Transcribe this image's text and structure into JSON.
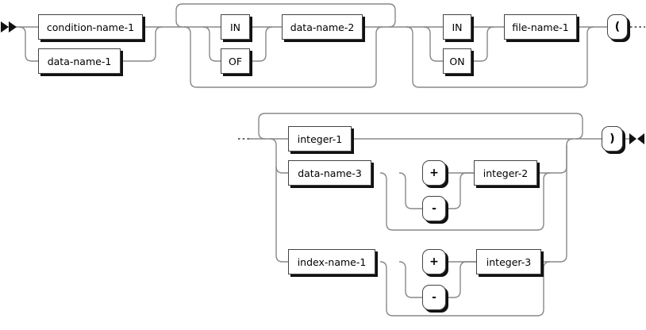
{
  "colors": {
    "line": "#888888",
    "dots": "#666666",
    "arrow": "#111111",
    "box_border": "#444444",
    "box_shadow": "#111111",
    "text": "#000000",
    "background": "#ffffff"
  },
  "diagram": {
    "kind": "railroad-syntax-diagram",
    "start_marker": "▶▶",
    "end_marker": "▶◀",
    "continuation_marker": "···",
    "boxes": {
      "condition_name_1": "condition-name-1",
      "data_name_1": "data-name-1",
      "in_1": "IN",
      "of_1": "OF",
      "data_name_2": "data-name-2",
      "in_2": "IN",
      "on_1": "ON",
      "file_name_1": "file-name-1",
      "open_paren": "(",
      "integer_1": "integer-1",
      "data_name_3": "data-name-3",
      "plus_1": "+",
      "minus_1": "-",
      "integer_2": "integer-2",
      "index_name_1": "index-name-1",
      "plus_2": "+",
      "minus_2": "-",
      "integer_3": "integer-3",
      "close_paren": ")"
    }
  }
}
